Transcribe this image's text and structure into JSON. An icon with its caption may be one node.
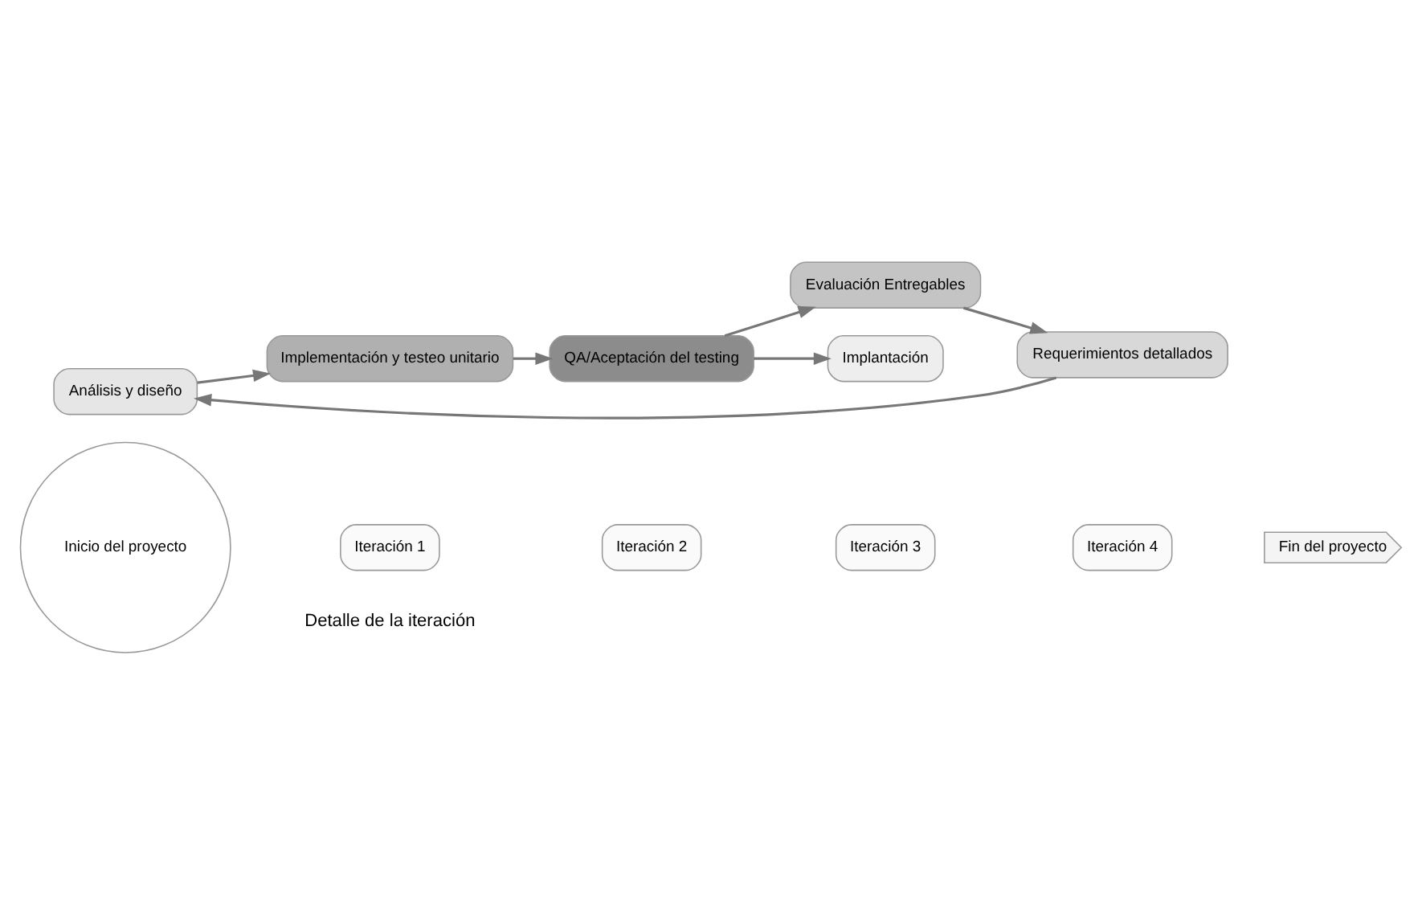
{
  "diagram": {
    "nodes": [
      {
        "text": [
          "Inicio del proyecto"
        ]
      },
      {
        "text": [
          "Iteración 1"
        ]
      },
      {
        "text": [
          "Iteración 2"
        ]
      },
      {
        "text": [
          "Iteración 3"
        ]
      },
      {
        "text": [
          "Iteración 4"
        ]
      },
      {
        "text": [
          "Fin del proyecto"
        ]
      },
      {
        "text": [
          "Análisis y diseño"
        ]
      },
      {
        "text": [
          "Implementación y testeo unitario"
        ]
      },
      {
        "text": [
          "QA/Aceptación del testing"
        ]
      },
      {
        "text": [
          "Evaluación Entregables"
        ]
      },
      {
        "text": [
          "Requerimientos detallados"
        ]
      },
      {
        "text": [
          "Implantación"
        ]
      }
    ],
    "edges": [
      {
        "from": 6,
        "to": 7,
        "arrow": "to"
      },
      {
        "from": 7,
        "to": 8,
        "arrow": "to"
      },
      {
        "from": 8,
        "to": 9,
        "arrow": "to"
      },
      {
        "from": 9,
        "to": 10,
        "arrow": "to"
      },
      {
        "from": 10,
        "to": 6,
        "arrow": "to"
      },
      {
        "from": 8,
        "to": 11,
        "arrow": "to"
      }
    ],
    "labels": [
      "Detalle de la iteración"
    ]
  }
}
